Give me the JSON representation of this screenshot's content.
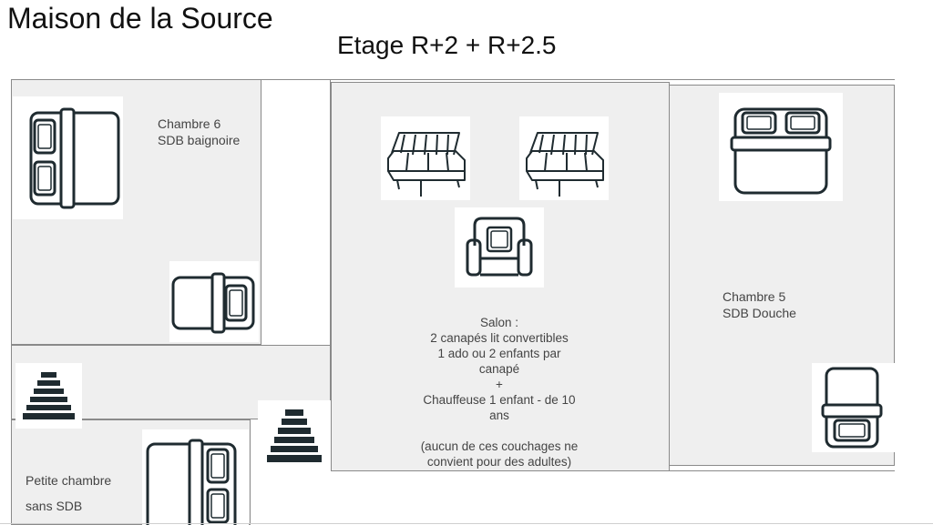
{
  "header": {
    "title": "Maison de la Source",
    "subtitle": "Etage R+2 + R+2.5"
  },
  "rooms": {
    "chambre6": {
      "line1": "Chambre 6",
      "line2": "SDB baignoire"
    },
    "chambre5": {
      "line1": "Chambre 5",
      "line2": "SDB Douche"
    },
    "petite": {
      "line1": "Petite chambre",
      "line2": "sans SDB"
    },
    "salon": {
      "lines": [
        "Salon :",
        "2 canapés lit convertibles",
        "1 ado ou 2 enfants par",
        "canapé",
        "+",
        "Chauffeuse 1 enfant - de 10",
        "ans",
        "",
        "(aucun de ces couchages ne",
        "convient pour des adultes)"
      ]
    }
  },
  "icons": {
    "bed_double": "double-bed-icon",
    "bed_single": "single-bed-icon",
    "sofa_bed": "sofa-bed-icon",
    "armchair": "armchair-icon",
    "stairs": "stairs-icon"
  },
  "colors": {
    "room_fill": "#efefef",
    "wall": "#8a8a8a",
    "icon": "#1f2b30"
  }
}
